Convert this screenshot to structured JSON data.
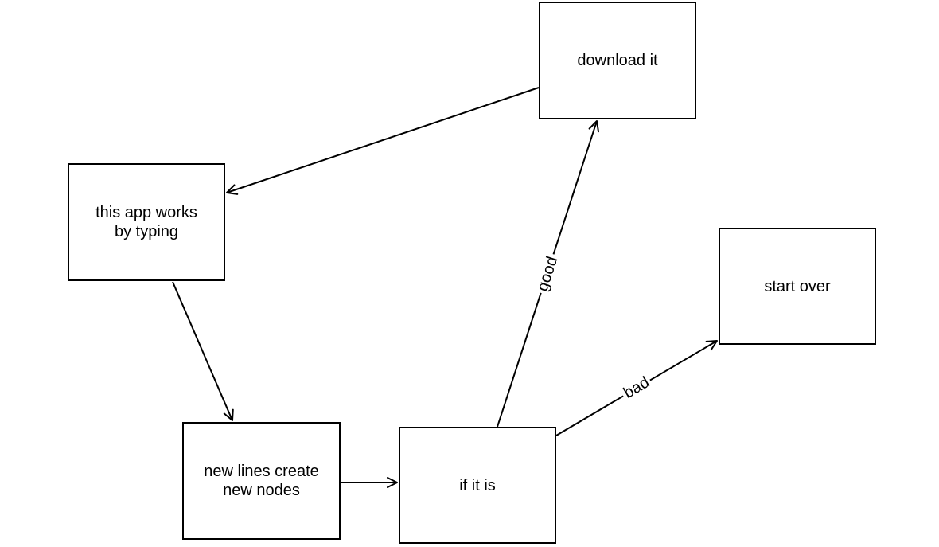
{
  "canvas": {
    "background": "#ffffff"
  },
  "diagram": {
    "style": {
      "stroke_color": "#000000",
      "text_color": "#000000",
      "node_fill": "#ffffff"
    },
    "nodes": [
      {
        "id": "download-it",
        "label": "download it"
      },
      {
        "id": "this-app-works-by-typing",
        "label": "this app works\nby typing"
      },
      {
        "id": "new-lines-create-new-nodes",
        "label": "new lines create\nnew nodes"
      },
      {
        "id": "if-it-is",
        "label": "if it is"
      },
      {
        "id": "start-over",
        "label": "start over"
      }
    ],
    "edges": [
      {
        "from": "download-it",
        "to": "this-app-works-by-typing",
        "label": ""
      },
      {
        "from": "this-app-works-by-typing",
        "to": "new-lines-create-new-nodes",
        "label": ""
      },
      {
        "from": "new-lines-create-new-nodes",
        "to": "if-it-is",
        "label": ""
      },
      {
        "from": "if-it-is",
        "to": "download-it",
        "label": "good"
      },
      {
        "from": "if-it-is",
        "to": "start-over",
        "label": "bad"
      }
    ]
  }
}
